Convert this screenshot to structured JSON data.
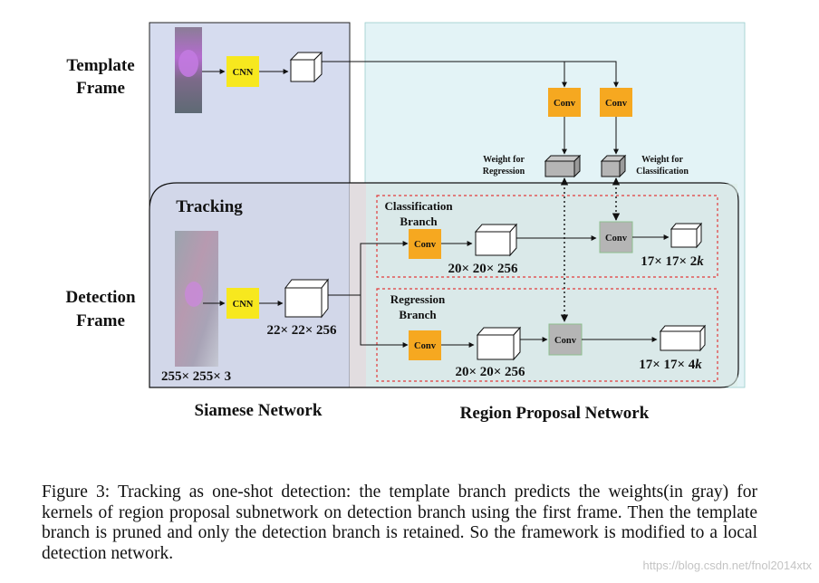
{
  "colors": {
    "siamese_bg": "#d6dcef",
    "rpn_bg": "#e3f3f6",
    "tracking_bg": "#cfd0da",
    "yellow": "#f7e81e",
    "orange": "#f6a820",
    "gray": "#b5b5b5",
    "dashed_red": "#e23b3b"
  },
  "labels": {
    "template_frame_line1": "Template",
    "template_frame_line2": "Frame",
    "detection_frame_line1": "Detection",
    "detection_frame_line2": "Frame",
    "tracking": "Tracking",
    "cnn_top": "CNN",
    "cnn_bottom": "CNN",
    "conv_reg_top": "Conv",
    "conv_cls_top": "Conv",
    "weight_reg_line1": "Weight for",
    "weight_reg_line2": "Regression",
    "weight_cls_line1": "Weight for",
    "weight_cls_line2": "Classification",
    "cls_branch_line1": "Classification",
    "cls_branch_line2": "Branch",
    "reg_branch_line1": "Regression",
    "reg_branch_line2": "Branch",
    "conv_cls_orange": "Conv",
    "conv_reg_orange": "Conv",
    "conv_cls_gray": "Conv",
    "conv_reg_gray": "Conv",
    "dim_input": "255× 255× 3",
    "dim_feature": "22× 22× 256",
    "dim_cls_feat": "20× 20× 256",
    "dim_reg_feat": "20× 20× 256",
    "dim_cls_out": "17× 17× 2",
    "dim_cls_out_k": "k",
    "dim_reg_out": "17× 17× 4",
    "dim_reg_out_k": "k",
    "siamese_network": "Siamese Network",
    "region_proposal_network": "Region Proposal Network"
  },
  "caption": {
    "text": "Figure 3: Tracking as one-shot detection: the template branch predicts the weights(in gray) for kernels of region proposal subnetwork on detection branch using the first frame. Then the template branch is pruned and only the detection branch is retained. So the framework is modified to a local detection network."
  },
  "watermark": "https://blog.csdn.net/fnol2014xtx"
}
